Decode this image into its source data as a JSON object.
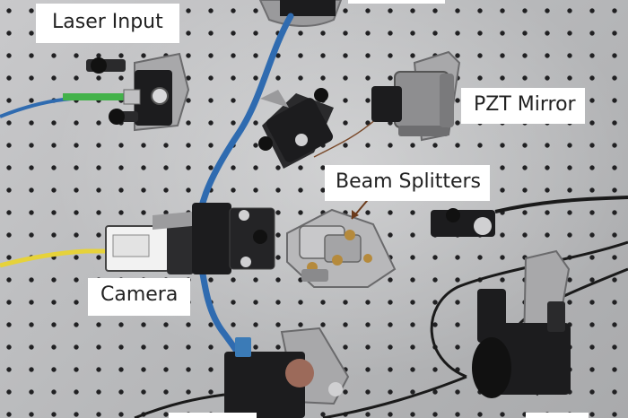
{
  "labels": {
    "laser_input": "Laser Input",
    "pzt_mirror": "PZT Mirror",
    "beam_splitters": "Beam Splitters",
    "camera": "Camera"
  },
  "colors": {
    "breadboard": "#bdbec0",
    "hole": "#202022",
    "fiber_blue": "#2f6bb0",
    "fiber_yellow": "#e6d23a",
    "fiber_green": "#43b24a",
    "mount_dark": "#1c1c1e",
    "mount_silver": "#9a9a9c",
    "brass": "#b58a3c",
    "label_bg": "#ffffff"
  }
}
